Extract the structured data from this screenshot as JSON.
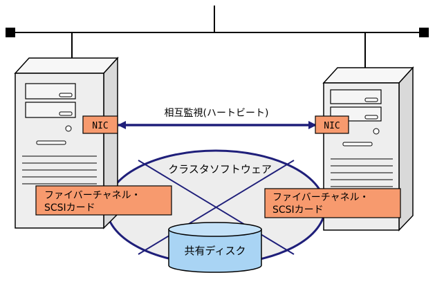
{
  "heartbeat_label": "相互監視(ハートビート)",
  "cluster_label": "クラスタソフトウェア",
  "disk_label": "共有ディスク",
  "left_server": {
    "nic_label": "NIC",
    "card_line1": "ファイバーチャネル・",
    "card_line2": "SCSIカード"
  },
  "right_server": {
    "nic_label": "NIC",
    "card_line1": "ファイバーチャネル・",
    "card_line2": "SCSIカード"
  },
  "colors": {
    "card_fill": "#f79a6e",
    "heartbeat_arrow": "#1f1f7a",
    "cluster_outline": "#1f1f7a",
    "cluster_fill": "#ededed",
    "disk_fill": "#a9d4f4",
    "server_face": "#eeeeee",
    "server_side": "#d9d9d9"
  }
}
